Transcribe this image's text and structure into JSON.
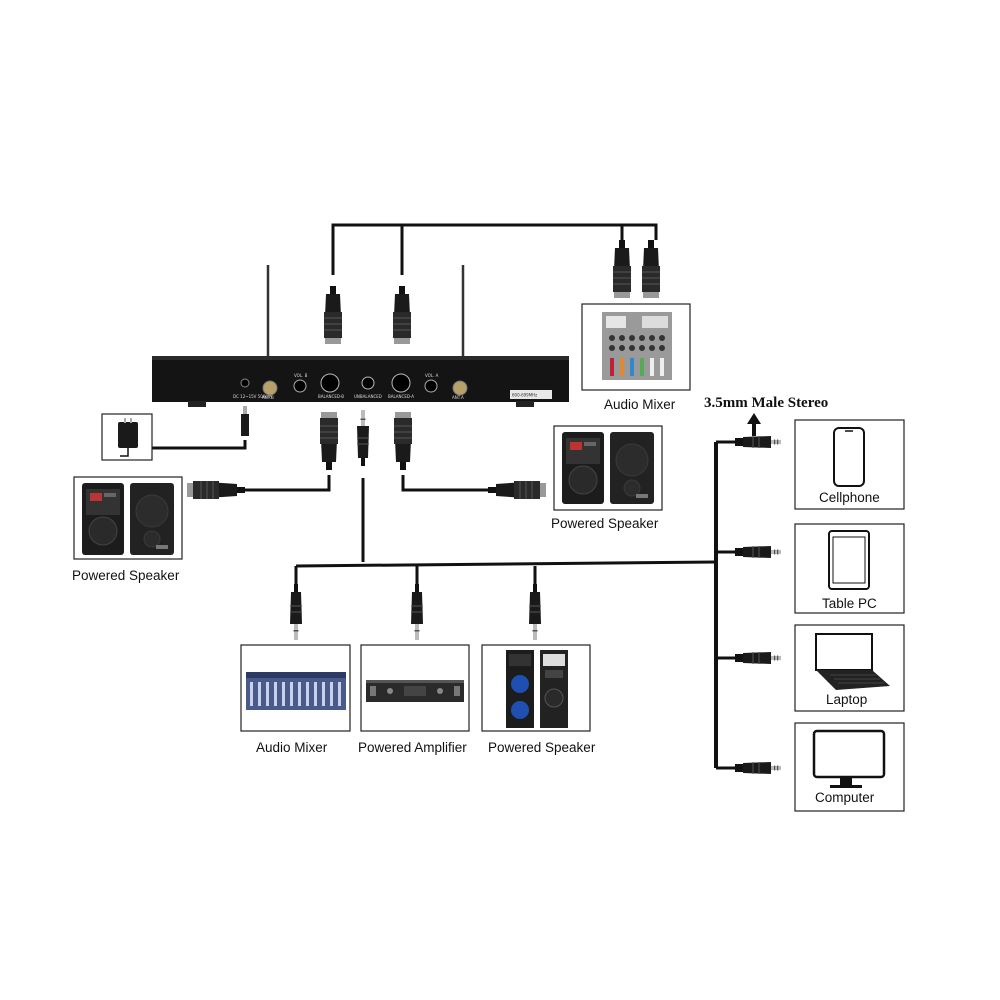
{
  "receiver": {
    "dc_label": "DC 12~15V 500mA",
    "ant_b_label": "ANT.B",
    "vol_b_label": "VOL. B",
    "balanced_b_label": "BALANCED-B",
    "unbalanced_label": "UNBALANCED",
    "balanced_a_label": "BALANCED-A",
    "vol_a_label": "VOL. A",
    "ant_a_label": "ANT.A",
    "freq_label": "600-699MHz"
  },
  "devices": {
    "audio_mixer_top": "Audio Mixer",
    "powered_speaker_left": "Powered Speaker",
    "powered_speaker_mid": "Powered Speaker",
    "audio_mixer_bottom": "Audio Mixer",
    "powered_amplifier": "Powered Amplifier",
    "powered_speaker_bottom": "Powered Speaker",
    "cellphone": "Cellphone",
    "table_pc": "Table PC",
    "laptop": "Laptop",
    "computer": "Computer"
  },
  "stereo_label": "3.5mm Male Stereo",
  "icons": [
    "antenna-icon",
    "xlr-connector-icon",
    "quarter-inch-jack-icon",
    "power-adapter-icon",
    "speaker-icon",
    "mixer-icon",
    "amplifier-icon",
    "cellphone-icon",
    "tablet-icon",
    "laptop-icon",
    "monitor-icon",
    "arrow-up-icon"
  ]
}
